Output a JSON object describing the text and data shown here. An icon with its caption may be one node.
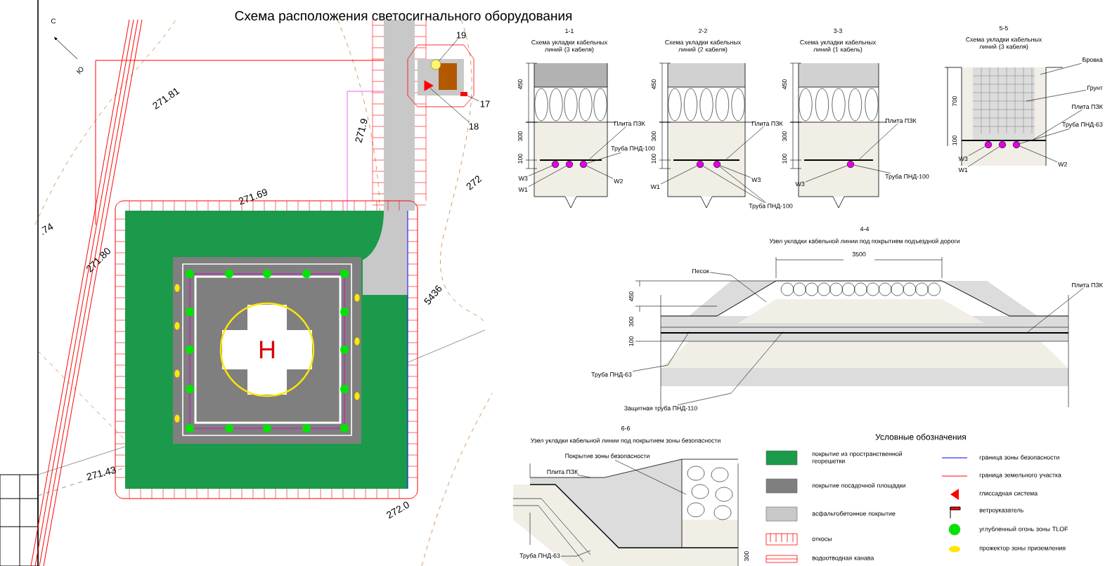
{
  "diagram": {
    "title": "Схема расположения светосигнального оборудования",
    "nodes": [
      {
        "text": [
          "19"
        ]
      },
      {
        "text": [
          "17"
        ]
      },
      {
        "text": [
          "18"
        ]
      },
      {
        "text": [],
        "shape": "circle"
      },
      {
        "text": [],
        "shape": "box"
      },
      {
        "text": [],
        "shape": "triangle"
      },
      {
        "text": [
          "Плита ПЗК"
        ]
      },
      {
        "text": [
          "Труба ПНД-100"
        ]
      },
      {
        "text": [
          "W3"
        ]
      },
      {
        "text": [
          "W1"
        ]
      },
      {
        "text": [
          "W2"
        ]
      },
      {
        "text": [
          "Плита ПЗК"
        ]
      },
      {
        "text": [
          "W1"
        ]
      },
      {
        "text": [
          "W3"
        ]
      },
      {
        "text": [
          "Труба ПНД-100"
        ]
      },
      {
        "text": [
          "Плита ПЗК"
        ]
      },
      {
        "text": [
          "Труба ПНД-100"
        ]
      },
      {
        "text": [
          "W3"
        ]
      },
      {
        "text": [
          "Бровка"
        ]
      },
      {
        "text": [
          "Грунт"
        ]
      },
      {
        "text": [
          "Плита ПЗК"
        ]
      },
      {
        "text": [
          "Труба ПНД-63"
        ]
      },
      {
        "text": [
          "W3"
        ]
      },
      {
        "text": [
          "W1"
        ]
      },
      {
        "text": [
          "W2"
        ]
      },
      {
        "text": [
          "Песок"
        ]
      },
      {
        "text": [
          "Плита ПЗК"
        ]
      },
      {
        "text": [
          "Труба ПНД-63"
        ]
      },
      {
        "text": [
          "Защитная труба ПНД-110"
        ]
      },
      {
        "text": [
          "Покрытие зоны безопасности"
        ]
      },
      {
        "text": [
          "Плита ПЗК"
        ]
      },
      {
        "text": [
          "Труба ПНД-63"
        ]
      },
      {
        "text": [],
        "shape": "circle"
      },
      {
        "text": [],
        "shape": "circle"
      },
      {
        "text": [],
        "shape": "circle"
      },
      {
        "text": [],
        "shape": "circle"
      },
      {
        "text": [],
        "shape": "circle"
      },
      {
        "text": [],
        "shape": "circle"
      },
      {
        "text": [],
        "shape": "circle"
      },
      {
        "text": [],
        "shape": "circle"
      },
      {
        "text": [],
        "shape": "circle"
      },
      {
        "text": [],
        "shape": "bar"
      },
      {
        "text": [],
        "shape": "bar"
      },
      {
        "text": [],
        "shape": "bar"
      },
      {
        "text": [],
        "shape": "bar"
      },
      {
        "text": [],
        "shape": "bar"
      }
    ],
    "edges": [
      {
        "from": 0,
        "to": 3,
        "arrow": "none"
      },
      {
        "from": 1,
        "to": 4,
        "arrow": "none"
      },
      {
        "from": 2,
        "to": 5,
        "arrow": "none"
      },
      {
        "from": 6,
        "to": 41,
        "arrow": "none"
      },
      {
        "from": 7,
        "to": 34,
        "arrow": "none"
      },
      {
        "from": 8,
        "to": 32,
        "arrow": "none"
      },
      {
        "from": 9,
        "to": 33,
        "arrow": "none"
      },
      {
        "from": 10,
        "to": 34,
        "arrow": "none"
      },
      {
        "from": 11,
        "to": 42,
        "arrow": "none"
      },
      {
        "from": 12,
        "to": 35,
        "arrow": "none"
      },
      {
        "from": 13,
        "to": 36,
        "arrow": "none"
      },
      {
        "from": 14,
        "to": 35,
        "arrow": "none"
      },
      {
        "from": 14,
        "to": 36,
        "arrow": "none"
      },
      {
        "from": 15,
        "to": 43,
        "arrow": "none"
      },
      {
        "from": 16,
        "to": 37,
        "arrow": "none"
      },
      {
        "from": 17,
        "to": 37,
        "arrow": "none"
      },
      {
        "from": 18,
        "to": null,
        "arrow": "none"
      },
      {
        "from": 19,
        "to": null,
        "arrow": "none"
      },
      {
        "from": 20,
        "to": 44,
        "arrow": "none"
      },
      {
        "from": 21,
        "to": 40,
        "arrow": "none"
      },
      {
        "from": 22,
        "to": 38,
        "arrow": "none"
      },
      {
        "from": 23,
        "to": 39,
        "arrow": "none"
      },
      {
        "from": 24,
        "to": 40,
        "arrow": "none"
      },
      {
        "from": 25,
        "to": null,
        "arrow": "none"
      },
      {
        "from": 26,
        "to": 45,
        "arrow": "none"
      },
      {
        "from": 27,
        "to": 45,
        "arrow": "none"
      },
      {
        "from": 28,
        "to": 45,
        "arrow": "none"
      },
      {
        "from": 29,
        "to": null,
        "arrow": "none"
      },
      {
        "from": 30,
        "to": null,
        "arrow": "none"
      },
      {
        "from": 31,
        "to": null,
        "arrow": "none"
      }
    ],
    "labels": [
      "С",
      "Ю",
      "271.81",
      "271.9",
      "272",
      "271.69",
      ".74",
      "271.80",
      "5436",
      "271.43",
      "272.0",
      "H",
      "1-1",
      "Схема укладки кабельных линий (3 кабеля)",
      "2-2",
      "Схема укладки кабельных линий (2 кабеля)",
      "3-3",
      "Схема укладки кабельных линий (1 кабель)",
      "5-5",
      "Схема укладки кабельных линий (3 кабеля)",
      "700",
      "100",
      "450",
      "300",
      "100",
      "450",
      "300",
      "100",
      "450",
      "300",
      "100",
      "4-4",
      "Узел укладки кабельной линии под покрытием подъездной дороги",
      "3500",
      "450",
      "300",
      "100",
      "6-6",
      "Узел укладки кабельной линии под покрытием зоны безопасности",
      "300",
      "Условные обозначения"
    ],
    "legend": [
      {
        "text": "покрытие из пространственной георешетки",
        "color": "#1a9a4a"
      },
      {
        "text": "покрытие посадочной площадки",
        "color": "#7f7f7f"
      },
      {
        "text": "асфальтобетонное покрытие",
        "color": "#c8c8c8"
      },
      {
        "text": "откосы"
      },
      {
        "text": "водоотводная канава"
      },
      {
        "text": "граница зоны безопасности"
      },
      {
        "text": "граница земельного участка"
      },
      {
        "text": "глиссадная система"
      },
      {
        "text": "ветроуказатель"
      },
      {
        "text": "углубленный огонь зоны TLOF"
      },
      {
        "text": "прожектор зоны приземления"
      }
    ]
  }
}
